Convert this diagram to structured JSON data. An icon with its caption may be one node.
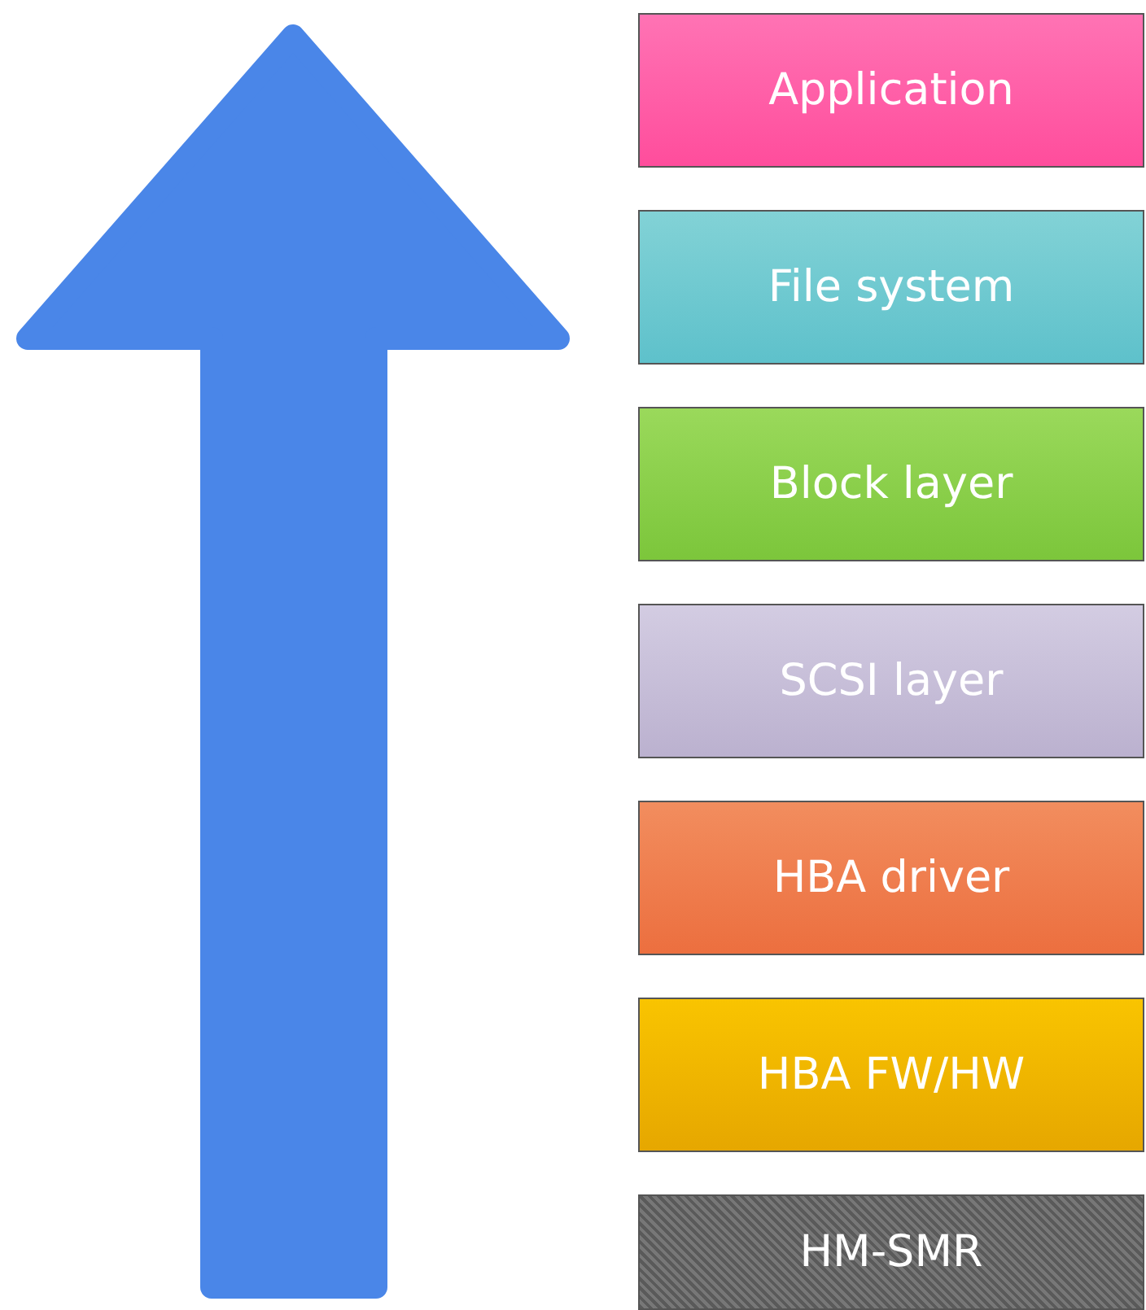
{
  "diagram": {
    "nodes": [
      {
        "text": [
          "Application"
        ]
      },
      {
        "text": [
          "File system"
        ]
      },
      {
        "text": [
          "Block layer"
        ]
      },
      {
        "text": [
          "SCSI layer"
        ]
      },
      {
        "text": [
          "HBA driver"
        ]
      },
      {
        "text": [
          "HBA FW/HW"
        ]
      },
      {
        "text": [
          "HM-SMR"
        ]
      }
    ]
  }
}
